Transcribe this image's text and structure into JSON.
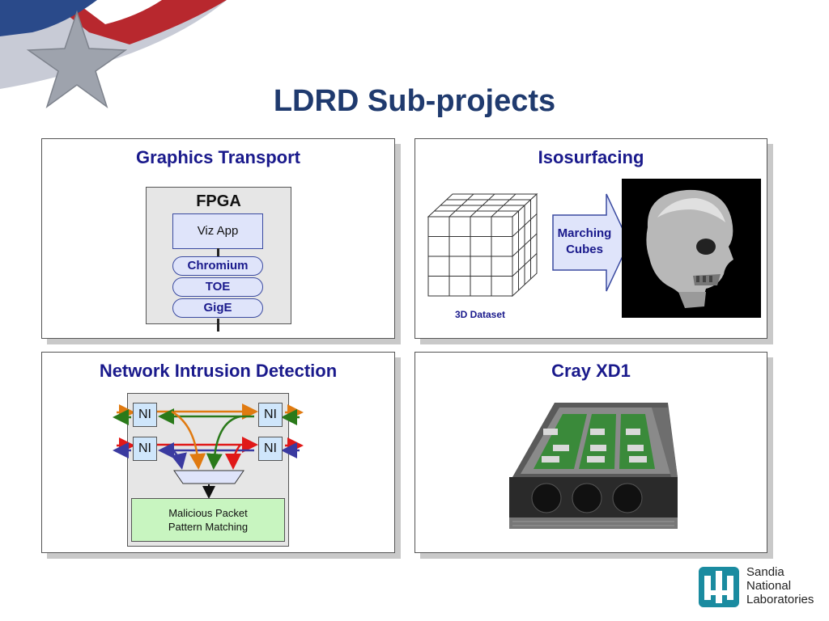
{
  "title": "LDRD Sub-projects",
  "panels": {
    "graphics": {
      "title": "Graphics Transport",
      "fpga_label": "FPGA",
      "viz_app": "Viz App",
      "stack": [
        "Chromium",
        "TOE",
        "GigE"
      ]
    },
    "iso": {
      "title": "Isosurfacing",
      "arrow_label_1": "Marching",
      "arrow_label_2": "Cubes",
      "dataset_label": "3D Dataset"
    },
    "nid": {
      "title": "Network Intrusion Detection",
      "ni_label": "NI",
      "box_line1": "Malicious Packet",
      "box_line2": "Pattern Matching"
    },
    "cray": {
      "title": "Cray XD1"
    }
  },
  "logo": {
    "line1": "Sandia",
    "line2": "National",
    "line3": "Laboratories"
  },
  "colors": {
    "title": "#1f3a6e",
    "panel_title": "#1a1a8c",
    "logo": "#1a8ba0",
    "green_box": "#c8f5c0",
    "ni_box": "#cfe6fb"
  }
}
